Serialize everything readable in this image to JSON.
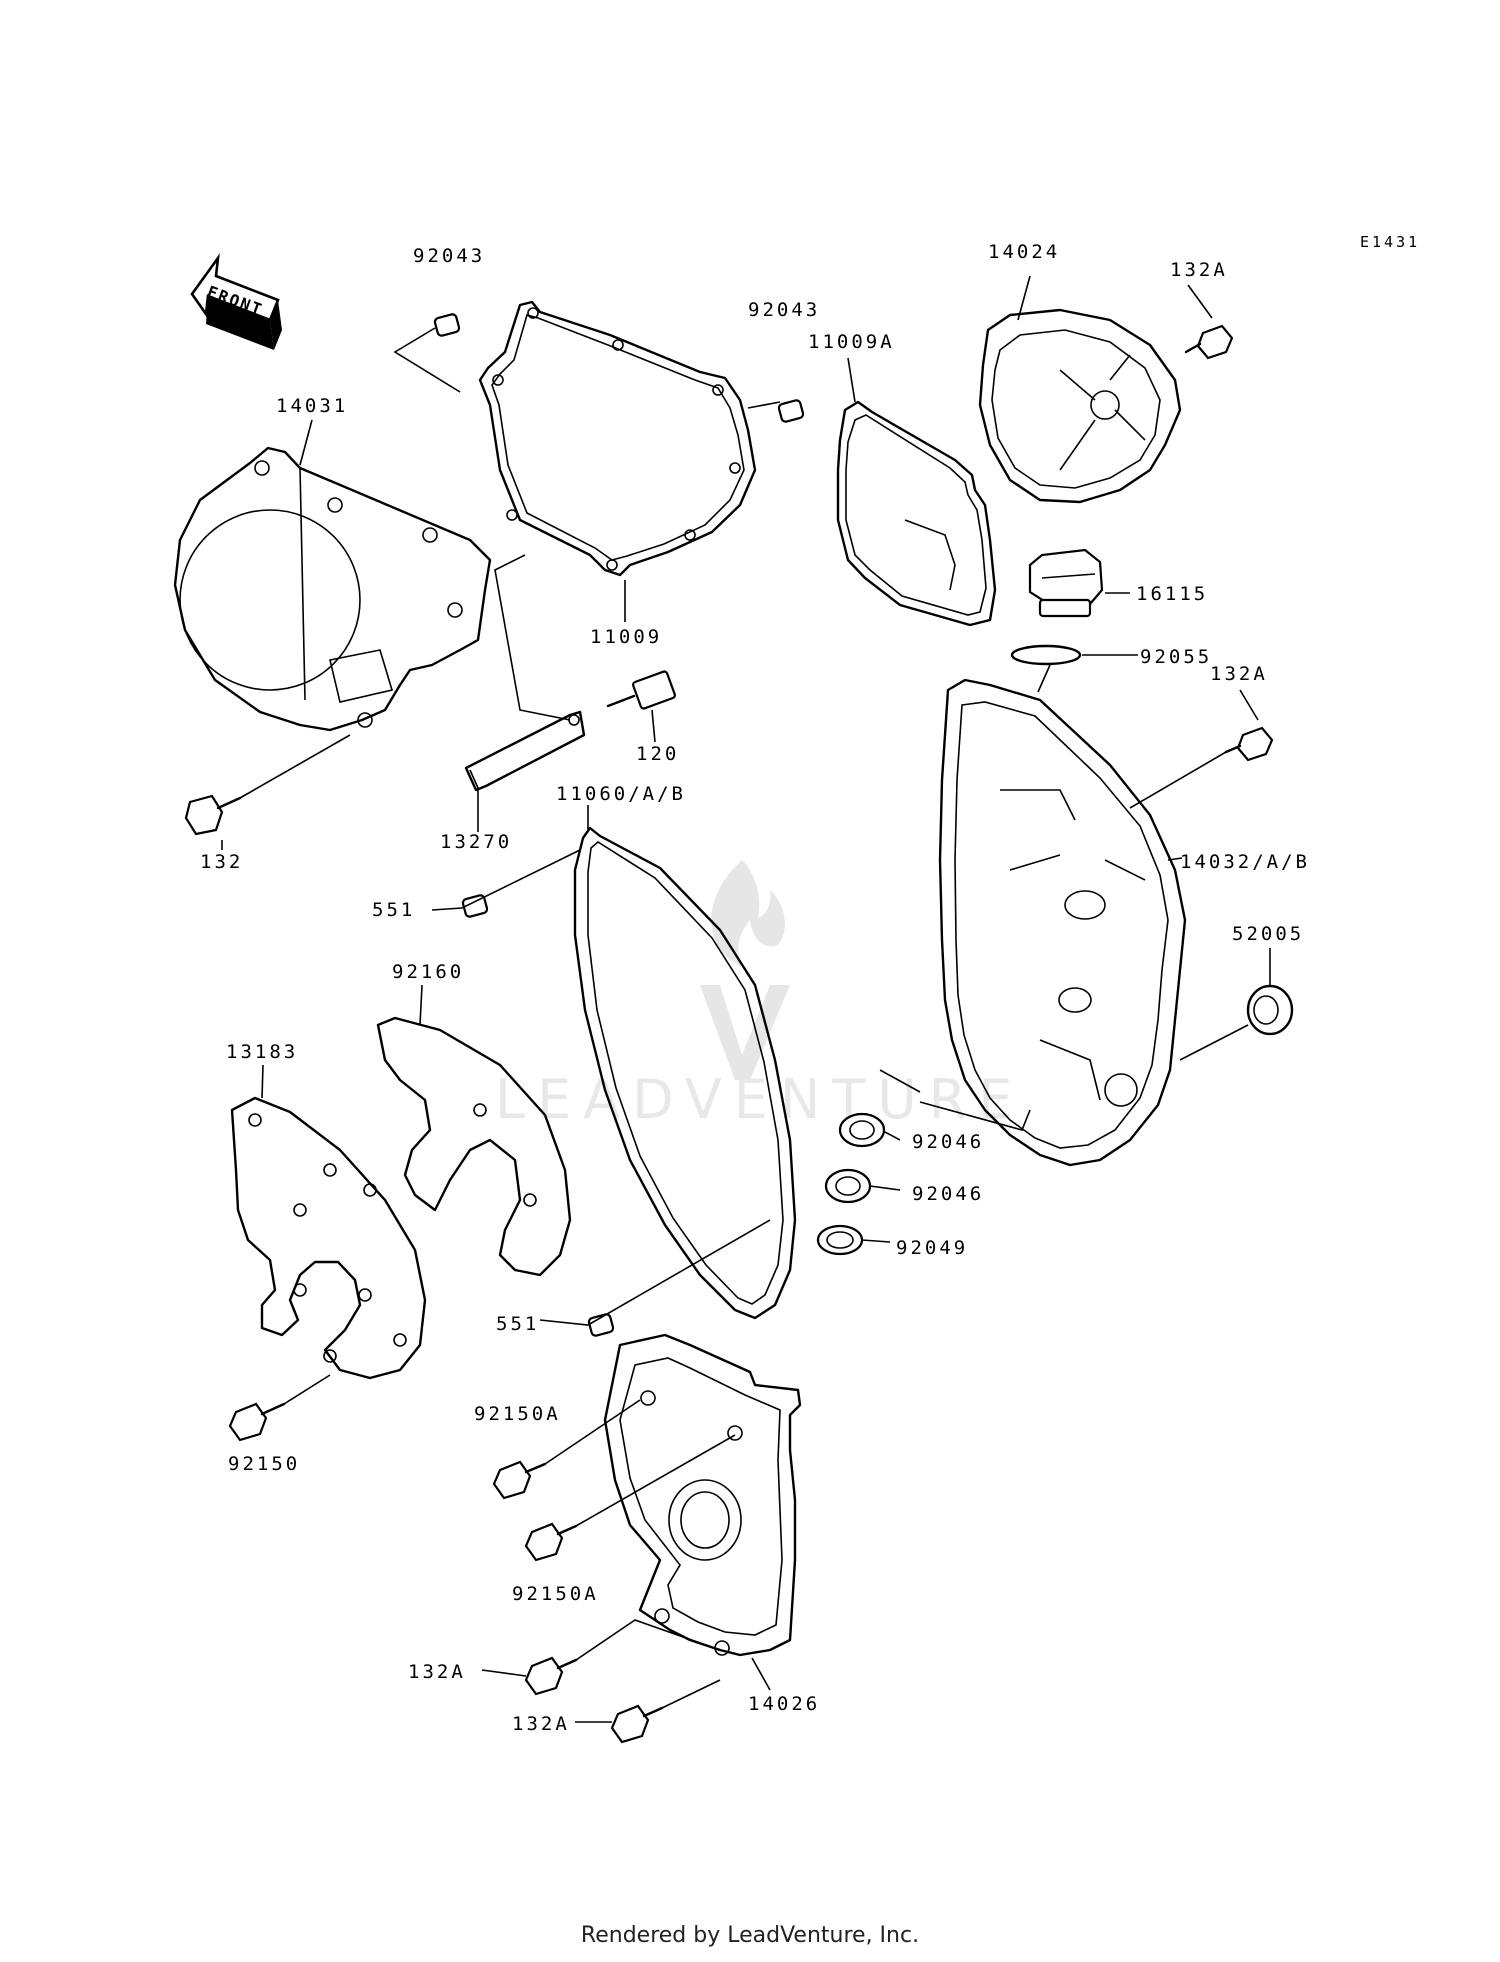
{
  "diagram_code": "E1431",
  "direction_label": "FRONT",
  "watermark": "LEADVENTURE",
  "footer": "Rendered by LeadVenture, Inc.",
  "part_labels": [
    "92043",
    "14024",
    "132A",
    "92043",
    "11009A",
    "14031",
    "11009",
    "16115",
    "92055",
    "120",
    "132A",
    "13270",
    "11060/A/B",
    "132",
    "14032/A/B",
    "551",
    "52005",
    "92160",
    "13183",
    "92046",
    "92046",
    "92049",
    "551",
    "92150A",
    "92150",
    "92150A",
    "132A",
    "14026",
    "132A"
  ]
}
